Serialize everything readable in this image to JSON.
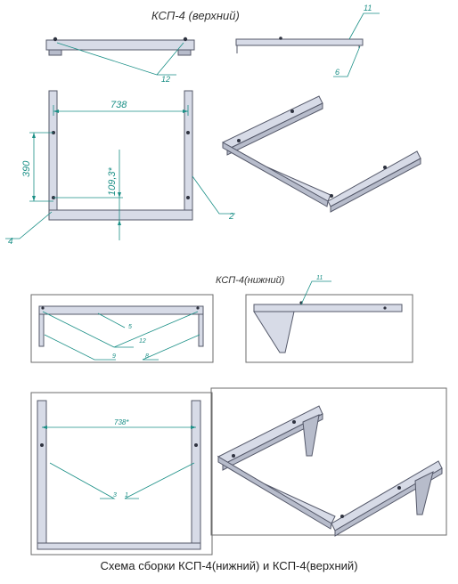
{
  "top": {
    "title": "КСП-4 (верхний)",
    "callouts": {
      "c11": "11",
      "c6": "6",
      "c12": "12",
      "c2": "2",
      "c4": "4"
    },
    "dims": {
      "width": "738",
      "height": "390",
      "offset": "109,3*"
    }
  },
  "bottom": {
    "title": "КСП-4(нижний)",
    "callouts": {
      "c11": "11",
      "c5": "5",
      "c12": "12",
      "c9": "9",
      "c8": "8",
      "c3": "3",
      "c1": "1"
    },
    "dims": {
      "width": "738*"
    }
  },
  "caption": "Схема сборки КСП-4(нижний) и КСП-4(верхний)",
  "colors": {
    "callout": "#1a8f86",
    "bar_fill": "#d7dbe7",
    "bar_stroke": "#55596a"
  }
}
